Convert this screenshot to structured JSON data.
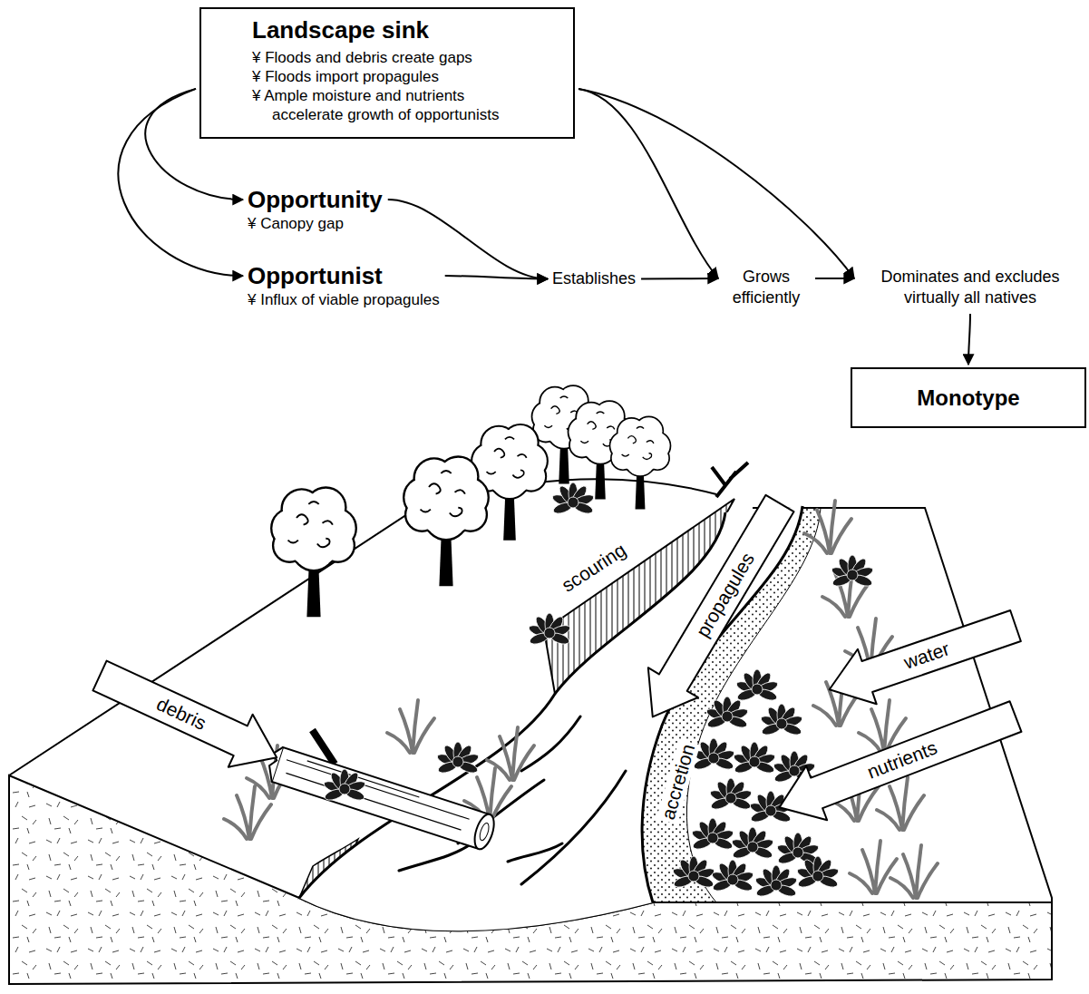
{
  "diagram": {
    "nodes": [
      {
        "text": [
          "Landscape sink",
          "¥ Floods and debris create gaps",
          "¥ Floods import propagules",
          "¥ Ample moisture and nutrients accelerate growth of opportunists"
        ]
      },
      {
        "text": [
          "Opportunity",
          "¥ Canopy gap"
        ]
      },
      {
        "text": [
          "Opportunist",
          "¥ Influx of viable propagules"
        ]
      },
      {
        "text": [
          "Establishes"
        ]
      },
      {
        "text": [
          "Grows efficiently"
        ]
      },
      {
        "text": [
          "Dominates and excludes virtually all natives"
        ]
      },
      {
        "text": [
          "Monotype"
        ]
      }
    ],
    "edges": [
      {
        "from": 0,
        "to": 1,
        "arrow": "to"
      },
      {
        "from": 0,
        "to": 2,
        "arrow": "to"
      },
      {
        "from": 1,
        "to": 3,
        "arrow": "to"
      },
      {
        "from": 2,
        "to": 3,
        "arrow": "to"
      },
      {
        "from": 3,
        "to": 4,
        "arrow": "to"
      },
      {
        "from": 0,
        "to": 4,
        "arrow": "to"
      },
      {
        "from": 4,
        "to": 5,
        "arrow": "to"
      },
      {
        "from": 0,
        "to": 5,
        "arrow": "to"
      },
      {
        "from": 5,
        "to": 6,
        "arrow": "to"
      }
    ],
    "labels": [
      "scouring",
      "propagules",
      "water",
      "debris",
      "accretion",
      "nutrients"
    ]
  }
}
